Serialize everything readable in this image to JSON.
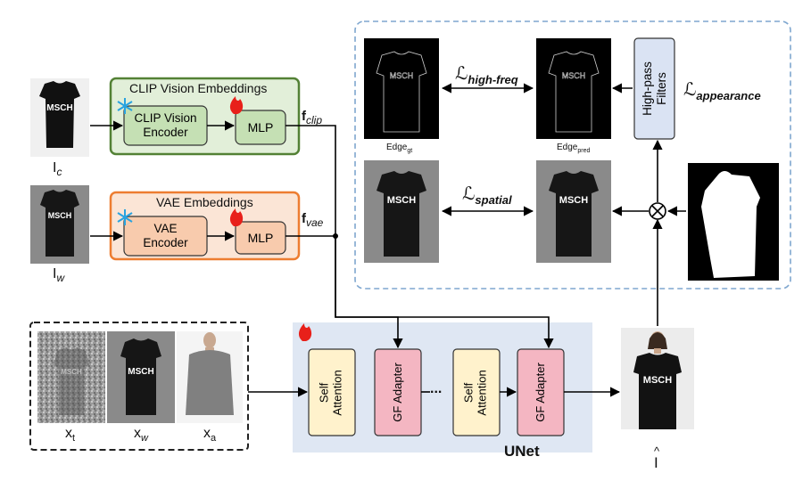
{
  "inputs": {
    "cloth_label": "I",
    "cloth_sub": "c",
    "warped_label": "I",
    "warped_sub": "w"
  },
  "clip": {
    "title": "CLIP Vision Embeddings",
    "encoder_line1": "CLIP Vision",
    "encoder_line2": "Encoder",
    "mlp": "MLP",
    "feature_main": "f",
    "feature_sub": "clip"
  },
  "vae": {
    "title": "VAE Embeddings",
    "encoder_line1": "VAE",
    "encoder_line2": "Encoder",
    "mlp": "MLP",
    "feature_main": "f",
    "feature_sub": "vae"
  },
  "loss": {
    "high_freq_main": "ℒ",
    "high_freq_sub": "high-freq",
    "spatial_main": "ℒ",
    "spatial_sub": "spatial",
    "appearance_main": "ℒ",
    "appearance_sub": "appearance",
    "filters_line1": "High-pass",
    "filters_line2": "Filters",
    "edge_gt_main": "Edge",
    "edge_gt_sub": "gt",
    "edge_pred_main": "Edge",
    "edge_pred_sub": "pred",
    "shirt_text": "MSCH"
  },
  "latents": {
    "xt_main": "x",
    "xt_sub": "t",
    "xw_main": "x",
    "xw_sub": "w",
    "xa_main": "x",
    "xa_sub": "a"
  },
  "unet": {
    "title": "UNet",
    "self_attn_line1": "Self",
    "self_attn_line2": "Attention",
    "gf_adapter": "GF Adapter",
    "ellipsis": "..."
  },
  "output": {
    "label": "I",
    "hat": "^"
  },
  "colors": {
    "clip_border": "#538135",
    "clip_fill": "#e2efd9",
    "clip_inner": "#c5e0b4",
    "vae_border": "#ed7d31",
    "vae_fill": "#fbe5d6",
    "vae_inner": "#f8cbad",
    "filters_fill": "#dae3f3",
    "self_attn_fill": "#fff2cc",
    "gf_fill": "#f4b6c2",
    "unet_bg": "#dfe7f3",
    "dashed_blue": "#7ea6cf"
  }
}
